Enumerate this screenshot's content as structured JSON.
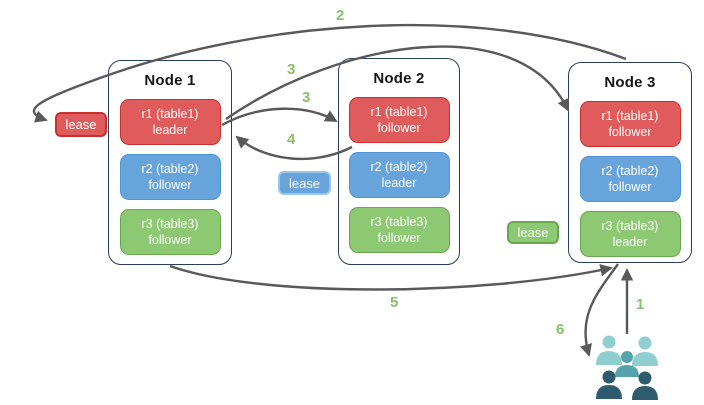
{
  "nodes": [
    {
      "title": "Node 1",
      "replicas": [
        {
          "label": "r1 (table1)",
          "role": "leader",
          "color": "red"
        },
        {
          "label": "r2 (table2)",
          "role": "follower",
          "color": "blue"
        },
        {
          "label": "r3 (table3)",
          "role": "follower",
          "color": "green"
        }
      ]
    },
    {
      "title": "Node 2",
      "replicas": [
        {
          "label": "r1 (table1)",
          "role": "follower",
          "color": "red"
        },
        {
          "label": "r2 (table2)",
          "role": "leader",
          "color": "blue"
        },
        {
          "label": "r3 (table3)",
          "role": "follower",
          "color": "green"
        }
      ]
    },
    {
      "title": "Node 3",
      "replicas": [
        {
          "label": "r1 (table1)",
          "role": "follower",
          "color": "red"
        },
        {
          "label": "r2 (table2)",
          "role": "follower",
          "color": "blue"
        },
        {
          "label": "r3 (table3)",
          "role": "leader",
          "color": "green"
        }
      ]
    }
  ],
  "leases": [
    {
      "label": "lease",
      "color": "red"
    },
    {
      "label": "lease",
      "color": "blue"
    },
    {
      "label": "lease",
      "color": "green"
    }
  ],
  "arrow_labels": [
    {
      "text": "2"
    },
    {
      "text": "3"
    },
    {
      "text": "3"
    },
    {
      "text": "4"
    },
    {
      "text": "5"
    },
    {
      "text": "1"
    },
    {
      "text": "6"
    }
  ],
  "colors": {
    "node-border": "#2a3f5f",
    "red-fill": "#e05c5c",
    "red-border": "#c92f2f",
    "blue-fill": "#68a4dc",
    "blue-border": "#4f94d6",
    "blue-lease-border": "#9cc5ec",
    "green-fill": "#8dc873",
    "green-border": "#68a74e",
    "arrow": "#595959",
    "step-green": "#85c167",
    "client-light": "#90cfd0",
    "client-mid": "#57a3ab",
    "client-dark": "#2e5b6e"
  }
}
